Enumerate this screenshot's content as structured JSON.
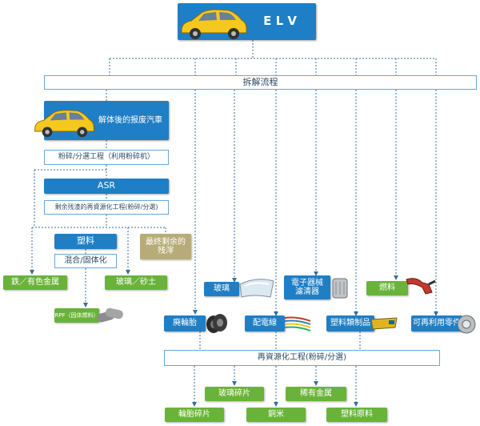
{
  "elv": {
    "title": "E L V"
  },
  "dismantle": {
    "label": "拆解流程"
  },
  "scrap_car": {
    "label": "解体後的报废汽車"
  },
  "shred_sort": {
    "label": "粉碎/分選工程（利用粉碎机）"
  },
  "asr": {
    "label": "ASR"
  },
  "residue_recycle": {
    "label": "剩余残渣的再資源化工程(粉碎/分選)"
  },
  "plastic": {
    "label": "塑料"
  },
  "mix_solidify": {
    "label": "混合/固体化"
  },
  "final_residue": {
    "label": "最终剩余的残滓"
  },
  "iron_metal": {
    "label": "鉄／有色金属"
  },
  "glass_sand": {
    "label": "玻璃／砂土"
  },
  "rpf": {
    "label": "RPF（固体燃料）"
  },
  "glass": {
    "label": "玻璃"
  },
  "electronics": {
    "label": "電子器械濾清器"
  },
  "fuel": {
    "label": "燃料"
  },
  "tires": {
    "label": "廃輪胎"
  },
  "wiring": {
    "label": "配電線"
  },
  "plastic_products": {
    "label": "塑料類制品"
  },
  "reusable_parts": {
    "label": "可再利用零件"
  },
  "recycle_process": {
    "label": "再資源化工程(粉碎/分選)"
  },
  "glass_fragments": {
    "label": "玻璃碎片"
  },
  "rare_metals": {
    "label": "稀有金属"
  },
  "tire_fragments": {
    "label": "輪胎碎片"
  },
  "copper_rice": {
    "label": "銅米"
  },
  "plastic_raw": {
    "label": "塑料原料"
  },
  "colors": {
    "blue": "#1f7fc6",
    "green": "#6ab33a",
    "olive": "#b7ac78",
    "car_yellow": "#f4c81e",
    "line": "#3b6e99"
  }
}
